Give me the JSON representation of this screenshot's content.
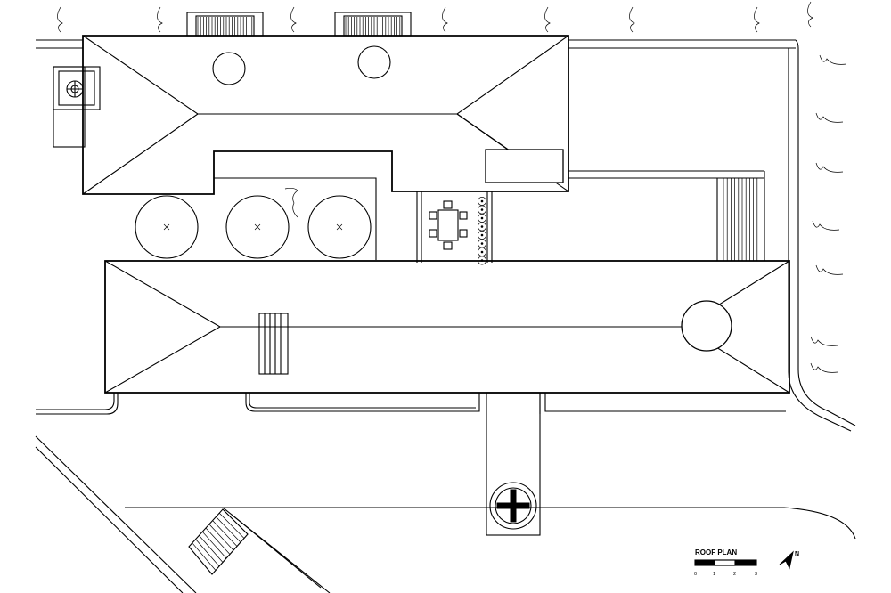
{
  "drawing": {
    "title": "ROOF PLAN",
    "north_label": "N",
    "scale_ticks": [
      "0",
      "1",
      "2",
      "3"
    ]
  },
  "colors": {
    "ink": "#000000",
    "paper": "#ffffff"
  }
}
